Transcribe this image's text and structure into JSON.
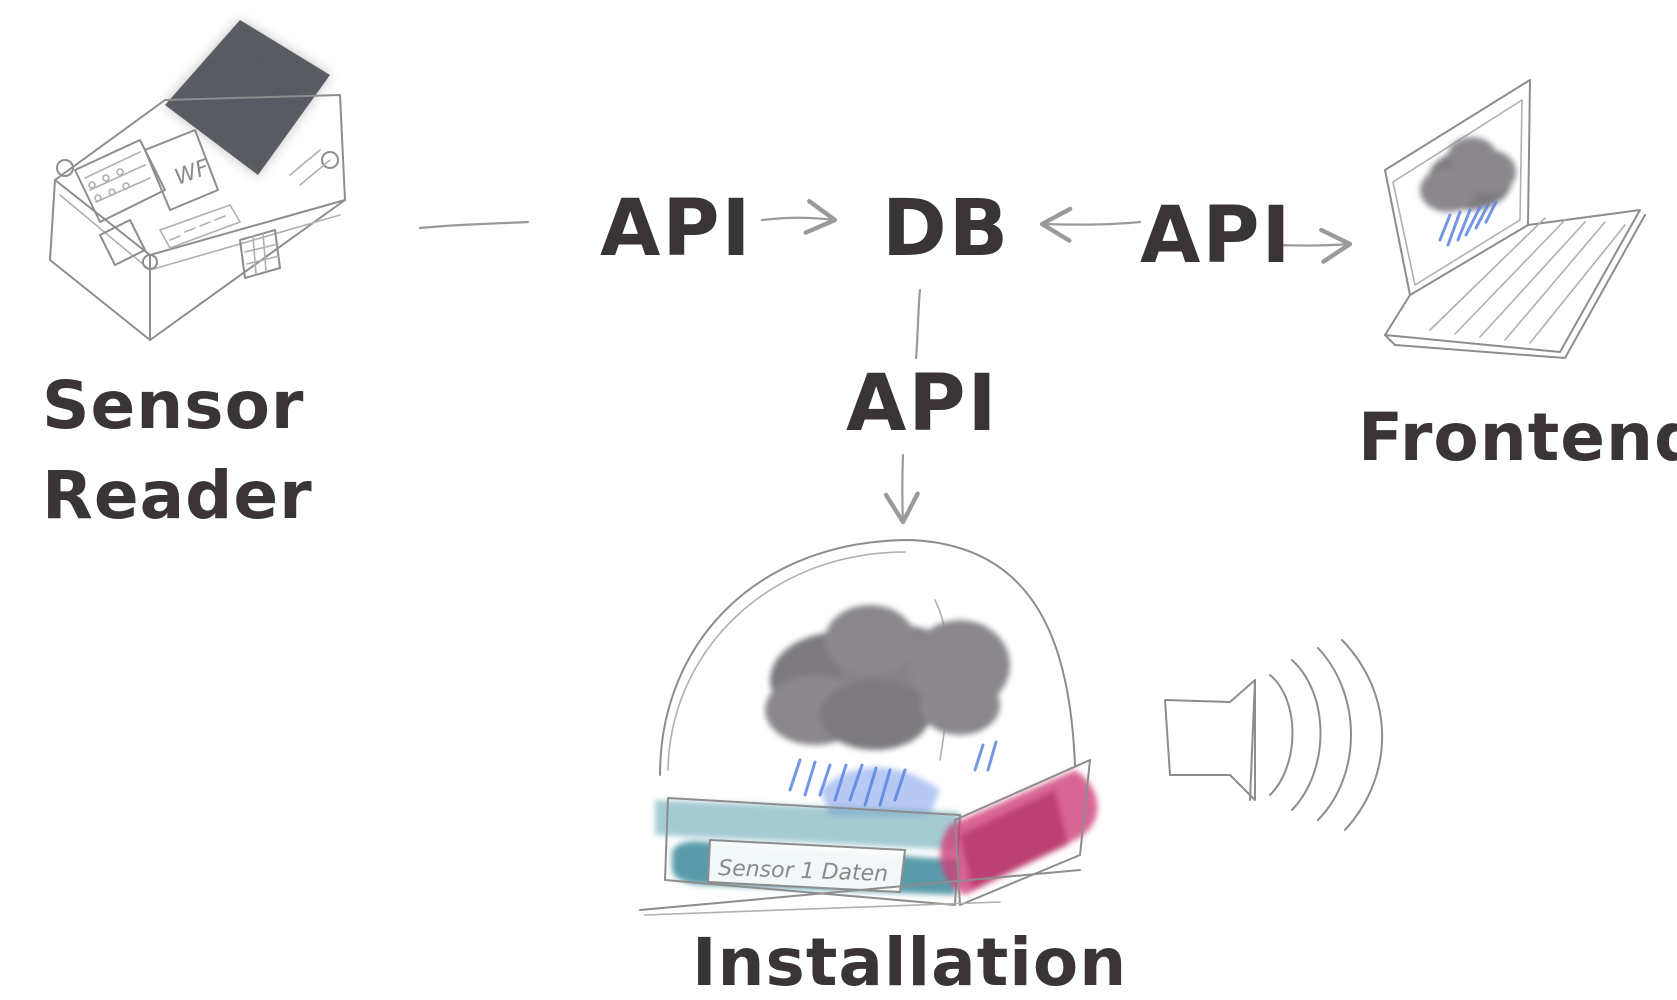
{
  "diagram": {
    "nodes": {
      "sensor_reader": {
        "line1": "Sensor",
        "line2": "Reader"
      },
      "db": {
        "label": "DB"
      },
      "frontend": {
        "label": "Frontend"
      },
      "installation": {
        "label": "Installation"
      }
    },
    "edges": {
      "sensor_api": {
        "label": "API"
      },
      "frontend_api": {
        "label": "API"
      },
      "installation_api": {
        "label": "API"
      }
    },
    "installation_card_text": "Sensor 1 Daten"
  },
  "colors": {
    "text": "#3a3437",
    "pencil": "#8d8d8d",
    "cloud": "#7d7a80",
    "rain": "#5b84e0",
    "teal": "#3c8a9c",
    "magenta": "#d0407a",
    "graphite": "#4b5058"
  }
}
